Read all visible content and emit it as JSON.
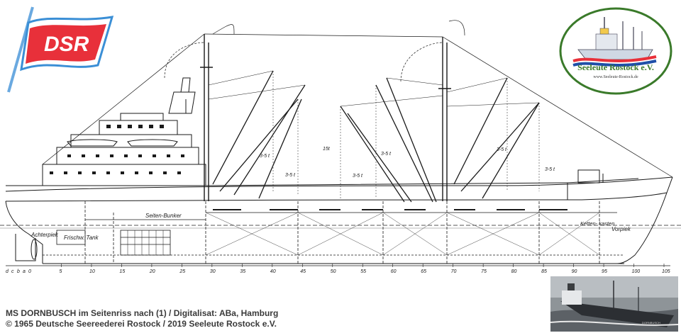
{
  "logo_flag": {
    "text": "DSR",
    "color_red": "#e8303a",
    "color_blue": "#3b8fd6"
  },
  "badge": {
    "title": "Seeleute Rostock e.V.",
    "url": "www.Seeleute-Rostock.de",
    "color_green": "#3a7a2a"
  },
  "labels": {
    "seiten_bunker": "Seiten-Bunker",
    "achterpiek": "Achterpiek",
    "frischw_tank": "Frischw. Tank",
    "ketten_kasten": "Ketten-\nkasten",
    "vorpiek": "Vorpiek",
    "boom_15t": "15t",
    "boom_35t_a": "3-5 t",
    "boom_35t_b": "3-5 t",
    "boom_35t_c": "3-5 t",
    "boom_35t_d": "3-5 t",
    "boom_35t_e": "3-5 t",
    "boom_35t_f": "3-5 t"
  },
  "frame_scale": {
    "letters": [
      "d",
      "c",
      "b",
      "a",
      "0"
    ],
    "numbers": [
      "5",
      "10",
      "15",
      "20",
      "25",
      "30",
      "35",
      "40",
      "45",
      "50",
      "55",
      "60",
      "65",
      "70",
      "75",
      "80",
      "85",
      "90",
      "95",
      "100",
      "105"
    ]
  },
  "caption": {
    "line1": "MS DORNBUSCH im Seitenriss nach (1) / Digitalisat: ABa, Hamburg",
    "line2": "© 1965 Deutsche Seereederei Rostock / 2019 Seeleute Rostock e.V."
  },
  "photo": {
    "description_icon": "ship-photo-icon",
    "hull_text": "DORNBUSCH"
  }
}
